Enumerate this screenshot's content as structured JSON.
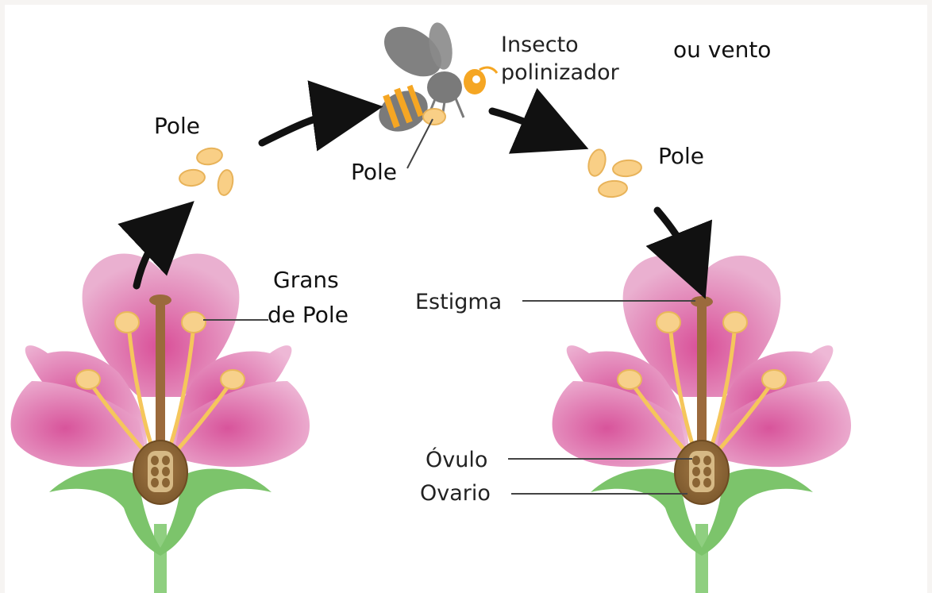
{
  "labels": {
    "pollen_top_left": "Pole",
    "pollen_bee": "Pole",
    "pollen_right": "Pole",
    "insect_line1": "Insecto",
    "insect_line2": "polinizador",
    "or_wind": "ou vento",
    "pollen_grains_line1": "Grans",
    "pollen_grains_line2": "de Pole",
    "stigma": "Estigma",
    "ovule": "Óvulo",
    "ovary": "Ovario"
  },
  "colors": {
    "petal": "#e69fc6",
    "petal_dark": "#d7619f",
    "leaf": "#7cc46b",
    "stem": "#8fcf80",
    "pistil": "#9b6a3c",
    "ovary": "#b38b57",
    "anther": "#f7d18b",
    "filament": "#f5c65c",
    "pollen": "#f9cf86",
    "bee_yellow": "#f5a623",
    "bee_gray": "#7a7a7a",
    "arrow": "#111111"
  }
}
